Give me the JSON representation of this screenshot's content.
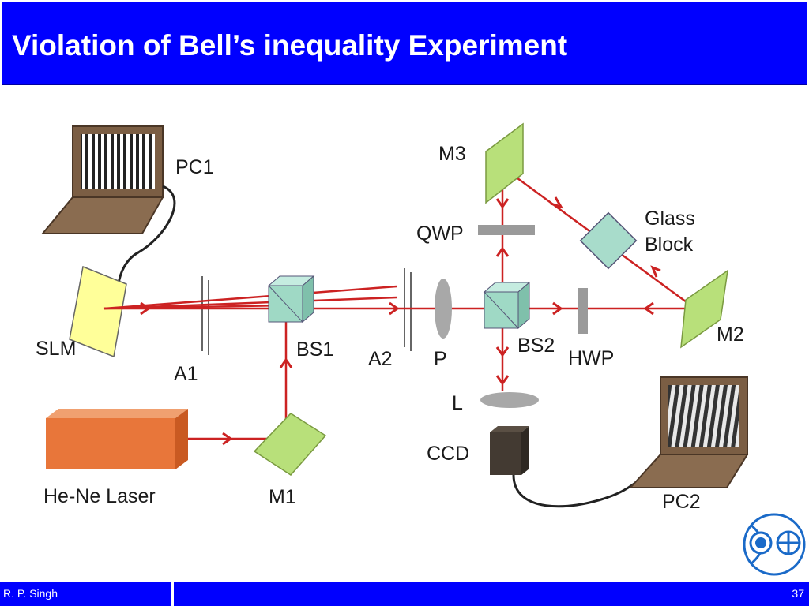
{
  "slide": {
    "title": "Violation of Bell’s inequality Experiment",
    "footer_author": "R. P. Singh",
    "page_number": "37"
  },
  "diagram": {
    "labels": {
      "pc1": "PC1",
      "slm": "SLM",
      "a1": "A1",
      "bs1": "BS1",
      "a2": "A2",
      "p": "P",
      "bs2": "BS2",
      "hwp": "HWP",
      "m1": "M1",
      "m2": "M2",
      "m3": "M3",
      "qwp": "QWP",
      "glass_line1": "Glass",
      "glass_line2": "Block",
      "l": "L",
      "ccd": "CCD",
      "pc2": "PC2",
      "laser": "He-Ne Laser"
    },
    "colors": {
      "title_bar": "#0000ff",
      "beam": "#cc2222",
      "slm": "#ffff99",
      "mirror": "#b8e07a",
      "beam_splitter": "#9fd9c5",
      "laser": "#e8763a",
      "lens": "#a8a8a8",
      "laptop_frame": "#7b5e44"
    }
  }
}
